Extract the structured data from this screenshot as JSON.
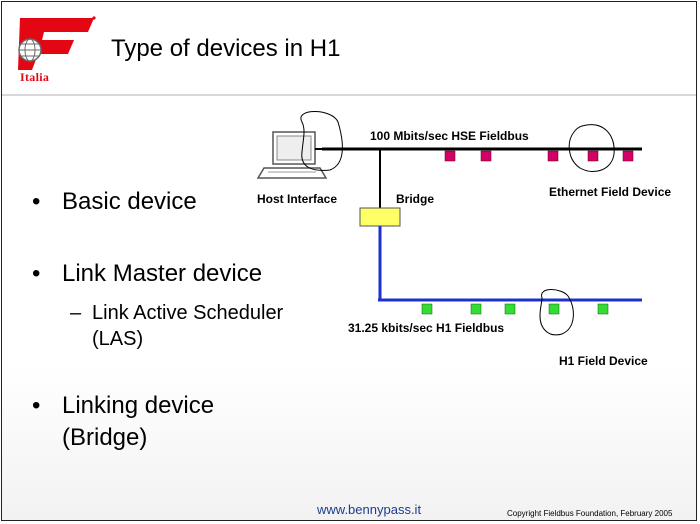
{
  "logo": {
    "text": "Italia"
  },
  "title": "Type of devices in H1",
  "bullets": {
    "basic": "Basic device",
    "link_master": "Link Master device",
    "las_line1": "Link Active Scheduler",
    "las_line2": "(LAS)",
    "linking_line1": "Linking device",
    "linking_line2": "(Bridge)"
  },
  "diagram": {
    "hse_label": "100 Mbits/sec  HSE Fieldbus",
    "host_label": "Host Interface",
    "bridge_label": "Bridge",
    "ethernet_label": "Ethernet Field Device",
    "h1_label": "31.25 kbits/sec  H1 Fieldbus",
    "h1_device_label": "H1 Field Device"
  },
  "colors": {
    "hse_bus": "#000000",
    "h1_bus": "#1f2fcf",
    "hse_device": "#d4006a",
    "h1_device": "#33dd33",
    "bridge": "#ffff66",
    "logo_red": "#e30613"
  },
  "footer": {
    "url": "www.bennypass.it",
    "copyright": "Copyright Fieldbus Foundation, February 2005"
  }
}
